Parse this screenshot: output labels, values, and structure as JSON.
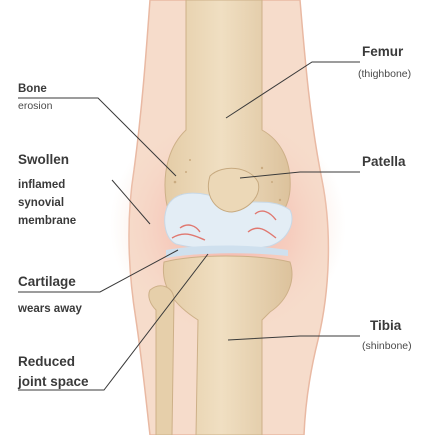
{
  "labels": {
    "femur": "Femur",
    "femur_sub": "(thighbone)",
    "patella": "Patella",
    "tibia": "Tibia",
    "tibia_sub": "(shinbone)",
    "bone_erosion_1": "Bone",
    "bone_erosion_2": "erosion",
    "swollen_1": "Swollen",
    "swollen_2": "inflamed",
    "swollen_3": "synovial",
    "swollen_4": "membrane",
    "cartilage_1": "Cartilage",
    "cartilage_2": "wears away",
    "reduced_1": "Reduced",
    "reduced_2": "joint space"
  },
  "colors": {
    "skin": "#f6dccb",
    "skin_edge": "#e9b9a3",
    "bone": "#ecd8b7",
    "bone_shade": "#dcc29a",
    "inflammation": "#f2a4a0",
    "synovial": "#dfeaf3",
    "text": "#3a3a3a"
  }
}
